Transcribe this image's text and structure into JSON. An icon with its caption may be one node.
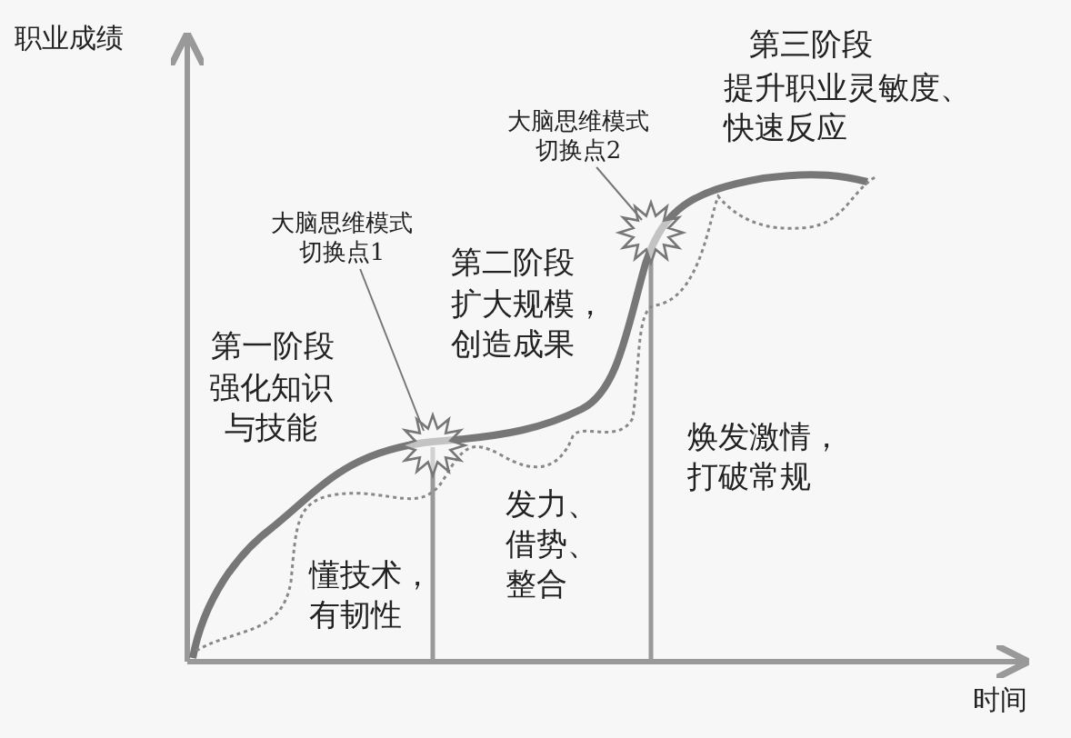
{
  "diagram": {
    "nodes": [
      {
        "text": [
          "大脑思维模式切换点1"
        ]
      },
      {
        "text": [
          "大脑思维模式切换点2"
        ]
      }
    ],
    "edges": [
      {
        "from": 0,
        "to": null,
        "arrow": "none"
      },
      {
        "from": 1,
        "to": null,
        "arrow": "none"
      }
    ],
    "labels": [
      "职业成绩",
      "第三阶段",
      "提升职业灵敏度、快速反应",
      "第二阶段",
      "扩大规模，创造成果",
      "第一阶段",
      "强化知识与技能",
      "焕发激情，打破常规",
      "懂技术，有韧性",
      "发力、借势、整合",
      "时间"
    ]
  }
}
